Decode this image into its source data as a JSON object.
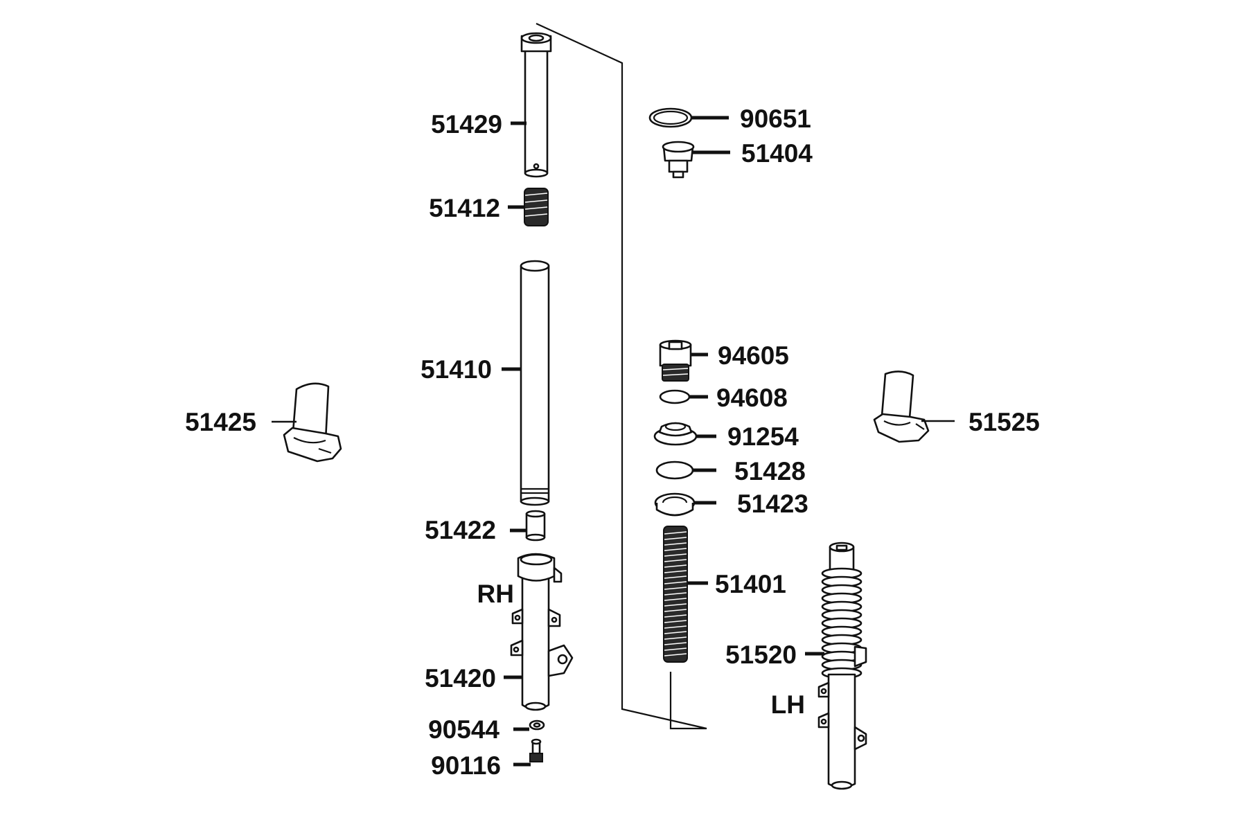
{
  "labels": {
    "p51429": "51429",
    "p51412": "51412",
    "p51410": "51410",
    "p51422": "51422",
    "rh": "RH",
    "p51420": "51420",
    "p90544": "90544",
    "p90116": "90116",
    "p51425": "51425",
    "p90651": "90651",
    "p51404": "51404",
    "p94605": "94605",
    "p94608": "94608",
    "p91254": "91254",
    "p51428": "51428",
    "p51423": "51423",
    "p51401": "51401",
    "p51520": "51520",
    "lh": "LH",
    "p51525": "51525"
  },
  "colors": {
    "ink": "#111111",
    "background": "#ffffff"
  }
}
